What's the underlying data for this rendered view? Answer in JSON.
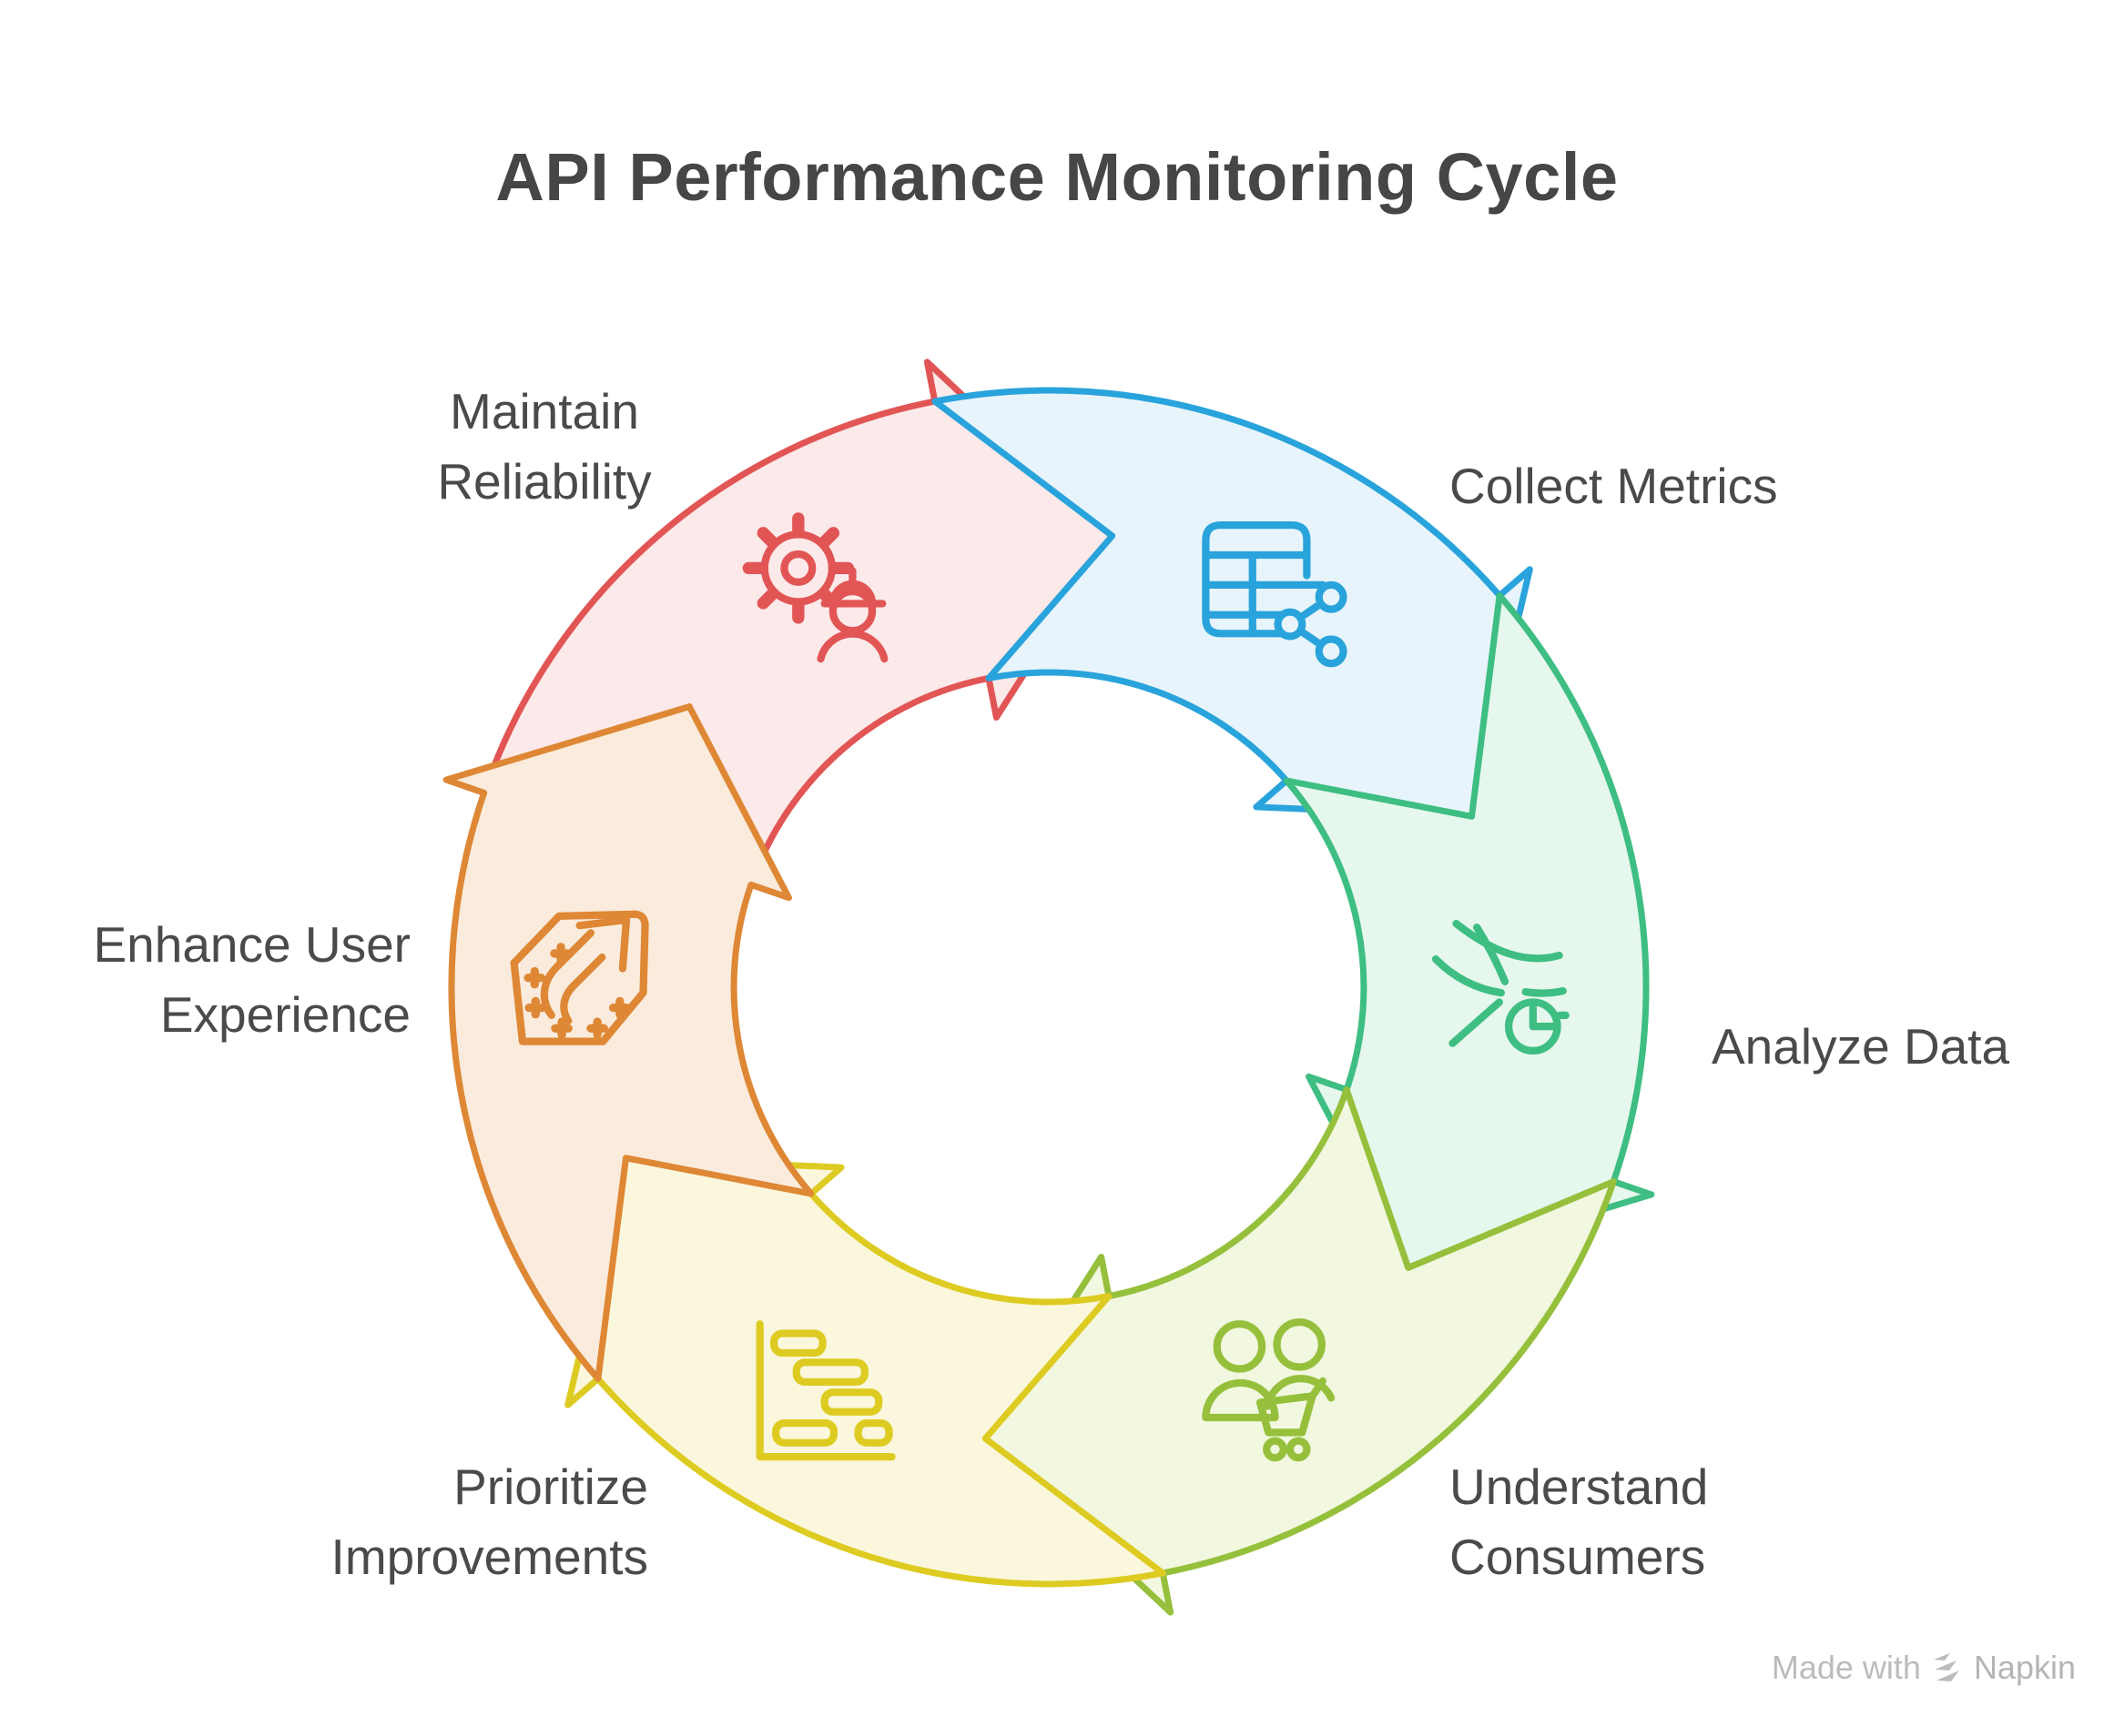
{
  "title": "API Performance Monitoring Cycle",
  "watermark": {
    "made_with": "Made with",
    "brand": "Napkin",
    "logo": "napkin-logo-icon"
  },
  "colors": {
    "title_text": "#464646",
    "label_text": "#4a4a4a",
    "watermark_text": "#bcbcbc",
    "background": "#ffffff"
  },
  "cycle_direction": "clockwise",
  "steps": [
    {
      "id": "collect-metrics",
      "label": "Collect Metrics",
      "icon": "table-share-icon",
      "stroke": "#29a3db",
      "fill": "#e8f4fb"
    },
    {
      "id": "analyze-data",
      "label": "Analyze Data",
      "icon": "streamlines-pie-icon",
      "stroke": "#3ebe82",
      "fill": "#e6f7ee"
    },
    {
      "id": "understand-consumers",
      "label": "Understand\nConsumers",
      "icon": "people-cart-icon",
      "stroke": "#96c03c",
      "fill": "#f2f7e0"
    },
    {
      "id": "prioritize-improvements",
      "label": "Prioritize\nImprovements",
      "icon": "gantt-chart-icon",
      "stroke": "#decb22",
      "fill": "#fbf7dd"
    },
    {
      "id": "enhance-user-experience",
      "label": "Enhance User\nExperience",
      "icon": "tag-arrow-up-icon",
      "stroke": "#de8735",
      "fill": "#faebdc"
    },
    {
      "id": "maintain-reliability",
      "label": "Maintain\nReliability",
      "icon": "gear-hardhat-person-icon",
      "stroke": "#e25555",
      "fill": "#fce9e9"
    }
  ]
}
